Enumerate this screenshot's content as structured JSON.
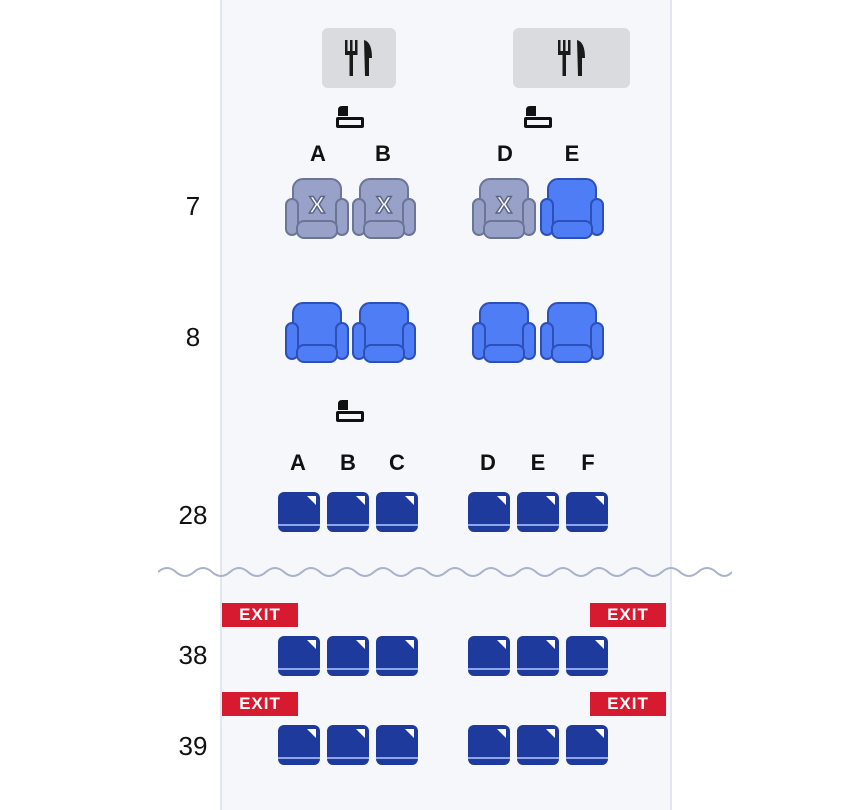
{
  "colors": {
    "premium_available": "#4f7df6",
    "premium_occupied": "#98a2c8",
    "economy": "#1e3a9c",
    "exit": "#d61a30",
    "galley": "#d9dbde"
  },
  "icons": {
    "galley": "fork-knife-icon",
    "bassinet": "bassinet-icon"
  },
  "premium": {
    "columns": [
      "A",
      "B",
      "D",
      "E"
    ],
    "rows": [
      {
        "number": "7",
        "seats": {
          "A": "occupied",
          "B": "occupied",
          "D": "occupied",
          "E": "available"
        }
      },
      {
        "number": "8",
        "seats": {
          "A": "available",
          "B": "available",
          "D": "available",
          "E": "available"
        }
      }
    ],
    "occupied_mark": "X"
  },
  "economy": {
    "columns": [
      "A",
      "B",
      "C",
      "D",
      "E",
      "F"
    ],
    "rows": [
      {
        "number": "28"
      },
      {
        "number": "38"
      },
      {
        "number": "39"
      }
    ]
  },
  "exit_label": "EXIT"
}
